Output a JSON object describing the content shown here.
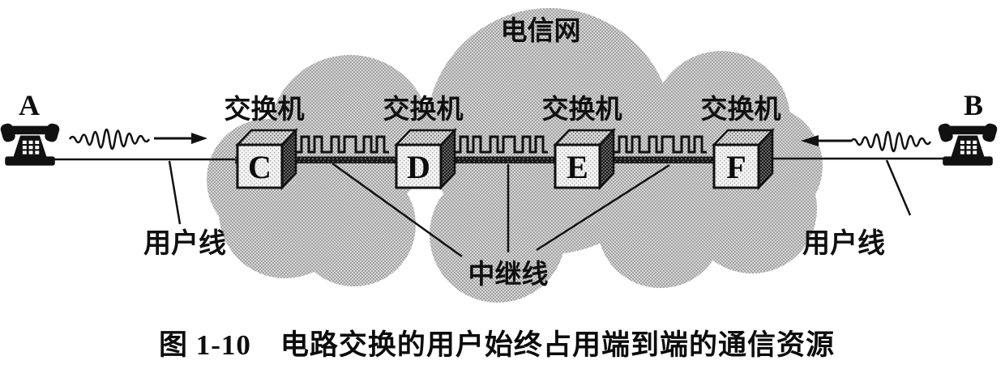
{
  "colors": {
    "paper": "#ffffff",
    "ink": "#111111",
    "cloud_halftone_gray": "#bdbdbd",
    "box_front_light": "#f3f3f3",
    "box_side_dark": "#6f6f6f"
  },
  "diagram": {
    "network_label": "电信网",
    "endpoints": [
      {
        "label": "A",
        "icon": "telephone-icon",
        "signal_icon": "analog-wave-icon",
        "arrow_direction": "right"
      },
      {
        "label": "B",
        "icon": "telephone-icon",
        "signal_icon": "analog-wave-icon",
        "arrow_direction": "left"
      }
    ],
    "switches": [
      {
        "caption": "交换机",
        "id": "C"
      },
      {
        "caption": "交换机",
        "id": "D"
      },
      {
        "caption": "交换机",
        "id": "E"
      },
      {
        "caption": "交换机",
        "id": "F"
      }
    ],
    "user_line_labels": [
      {
        "label": "用户线"
      },
      {
        "label": "用户线"
      }
    ],
    "trunk_line_label": "中继线",
    "link_signal_icon": "digital-square-wave-icon"
  },
  "caption": {
    "text": "图 1-10　电路交换的用户始终占用端到端的通信资源"
  }
}
